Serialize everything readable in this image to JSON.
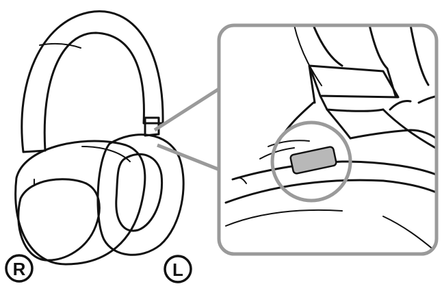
{
  "labels": {
    "right": "R",
    "left": "L"
  },
  "colors": {
    "line": "#111111",
    "callout_frame": "#9a9a9a",
    "sensor_fill": "#b8b8b8",
    "background": "#ffffff"
  },
  "icons": {
    "headphones": "headphones-illustration",
    "sensor": "proximity-sensor-highlight",
    "callout": "magnified-callout"
  }
}
